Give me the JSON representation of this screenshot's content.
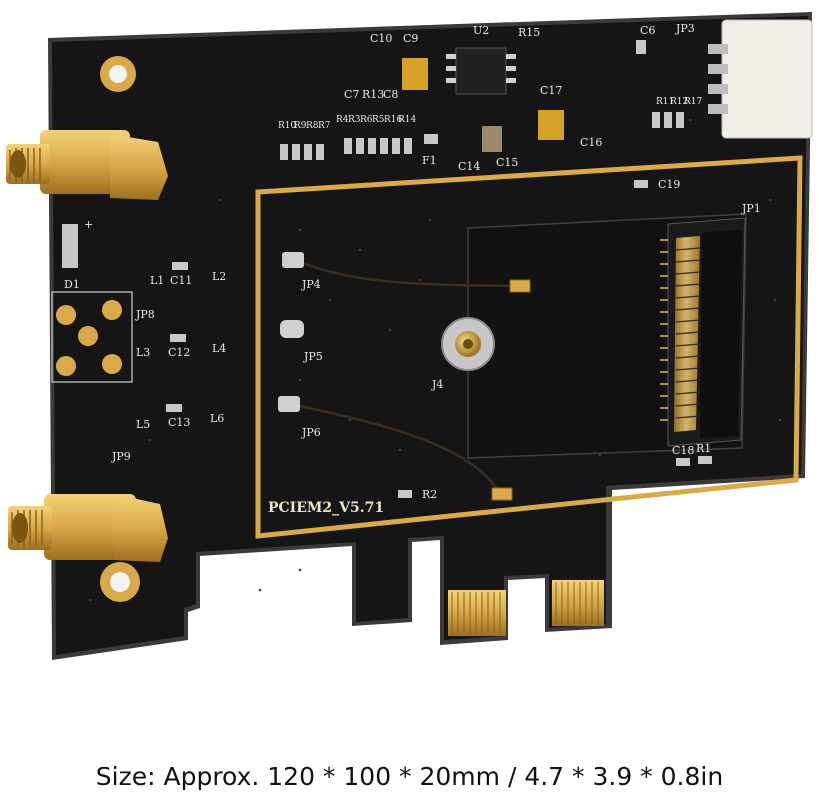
{
  "board": {
    "version_label": "PCIEM2_V5.71",
    "silkscreen": {
      "c10": "C10",
      "c9": "C9",
      "u2": "U2",
      "r15": "R15",
      "c6": "C6",
      "jp3": "JP3",
      "c7": "C7",
      "r13": "R13",
      "c8": "C8",
      "c17": "C17",
      "r10": "R10",
      "r9": "R9",
      "r8": "R8",
      "r7": "R7",
      "r4": "R4",
      "r3": "R3",
      "r6": "R6",
      "r5": "R5",
      "r16": "R16",
      "r14": "R14",
      "f1": "F1",
      "c14": "C14",
      "c15": "C15",
      "c16": "C16",
      "r11": "R11",
      "r12": "R12",
      "r17": "R17",
      "c19": "C19",
      "jp1": "JP1",
      "d1": "D1",
      "l1": "L1",
      "c11": "C11",
      "l2": "L2",
      "jp4": "JP4",
      "jp8": "JP8",
      "l3": "L3",
      "c12": "C12",
      "l4": "L4",
      "jp5": "JP5",
      "j4": "J4",
      "l5": "L5",
      "c13": "C13",
      "l6": "L6",
      "jp6": "JP6",
      "c18": "C18",
      "r1": "R1",
      "jp9": "JP9",
      "r2": "R2",
      "plus": "+"
    }
  },
  "caption": "Size: Approx. 120 * 100 * 20mm / 4.7 * 3.9 * 0.8in",
  "colors": {
    "pcb": "#151515",
    "pcb_edge": "#3a3a3a",
    "gold": "#d9a94a",
    "gold_dark": "#a87a26",
    "silkscreen": "#e8e8e4",
    "metal": "#cfcfcf"
  }
}
